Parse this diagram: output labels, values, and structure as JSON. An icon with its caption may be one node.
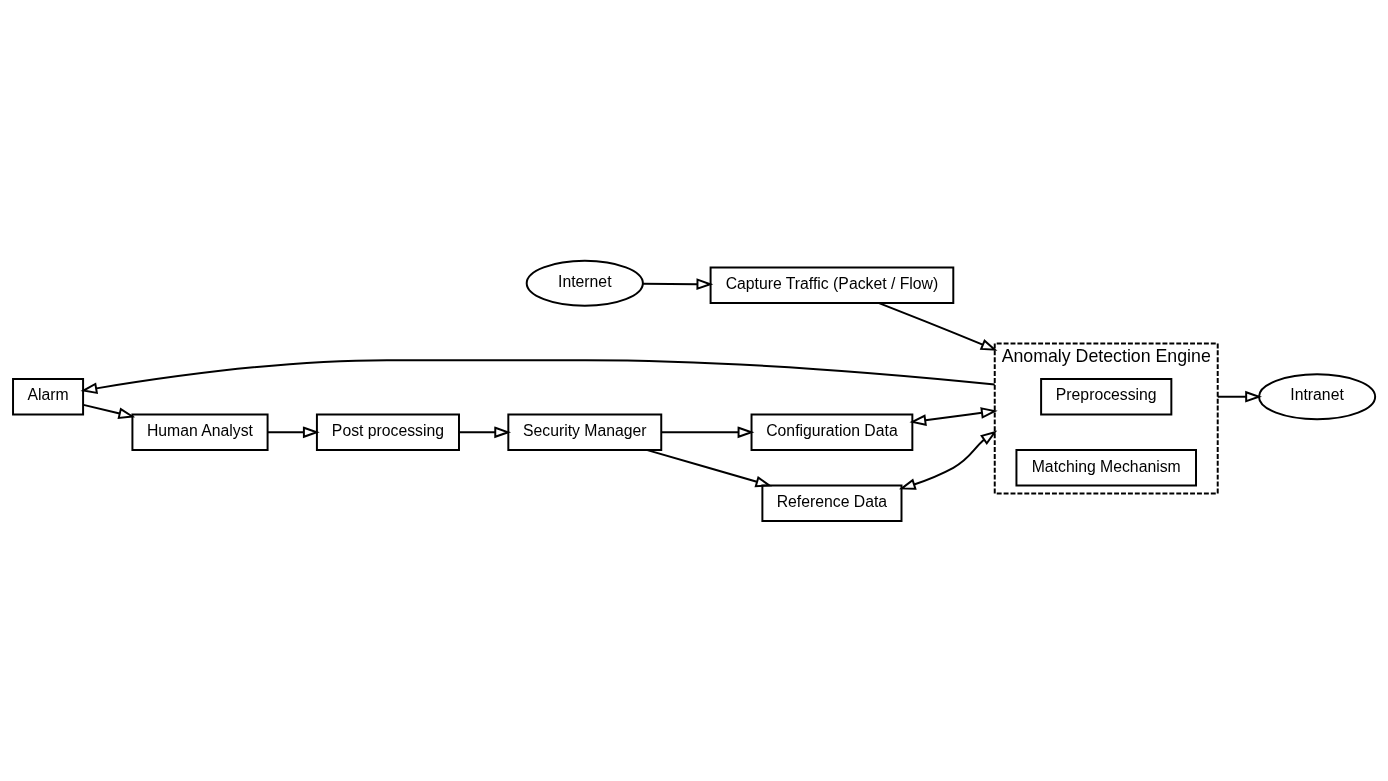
{
  "diagram": {
    "nodes": [
      {
        "text": [
          "Internet"
        ]
      },
      {
        "text": [
          "Capture Traffic (Packet / Flow)"
        ]
      },
      {
        "text": [
          "Anomaly Detection Engine"
        ]
      },
      {
        "text": [
          "Preprocessing"
        ],
        "in": 2
      },
      {
        "text": [
          "Matching Mechanism"
        ],
        "in": 2
      },
      {
        "text": [
          "Configuration Data"
        ]
      },
      {
        "text": [
          "Reference Data"
        ]
      },
      {
        "text": [
          "Security Manager"
        ]
      },
      {
        "text": [
          "Post processing"
        ]
      },
      {
        "text": [
          "Human Analyst"
        ]
      },
      {
        "text": [
          "Alarm"
        ]
      },
      {
        "text": [
          "Intranet"
        ]
      }
    ],
    "edges": [
      {
        "from": 0,
        "to": 1,
        "arrow": "to"
      },
      {
        "from": 1,
        "to": 2,
        "arrow": "to"
      },
      {
        "from": 5,
        "to": 2,
        "arrow": "both"
      },
      {
        "from": 6,
        "to": 2,
        "arrow": "both"
      },
      {
        "from": 2,
        "to": 11,
        "arrow": "to"
      },
      {
        "from": 2,
        "to": 10,
        "arrow": "to"
      },
      {
        "from": 10,
        "to": 9,
        "arrow": "to"
      },
      {
        "from": 9,
        "to": 8,
        "arrow": "to"
      },
      {
        "from": 8,
        "to": 7,
        "arrow": "to"
      },
      {
        "from": 7,
        "to": 5,
        "arrow": "to"
      },
      {
        "from": 7,
        "to": 6,
        "arrow": "to"
      }
    ]
  }
}
